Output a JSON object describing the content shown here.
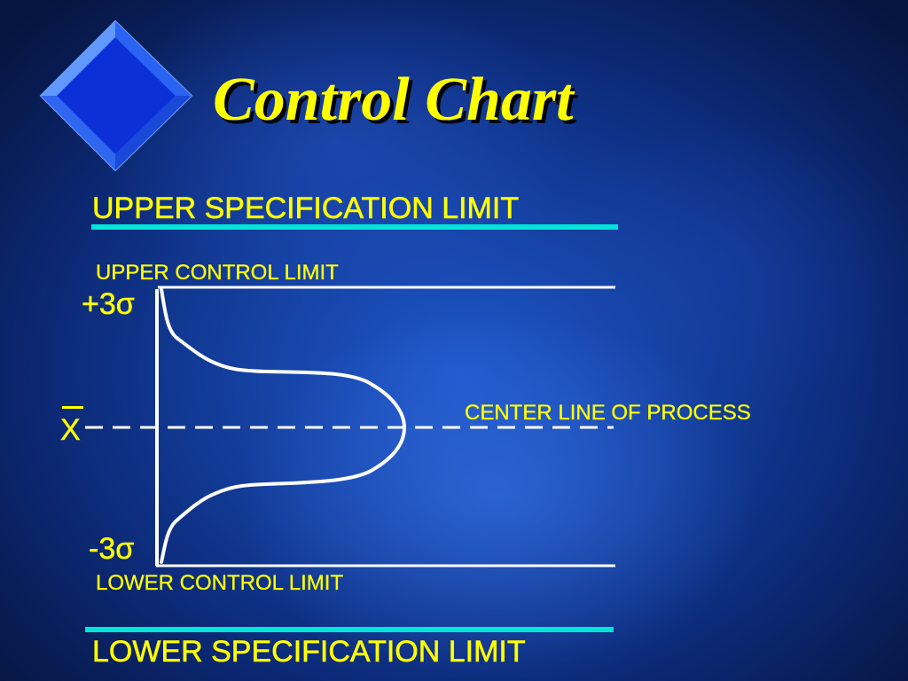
{
  "slide": {
    "title": "Control Chart"
  },
  "diagram": {
    "upper_spec_limit": "UPPER SPECIFICATION LIMIT",
    "upper_control_limit": "UPPER CONTROL LIMIT",
    "plus_three_sigma": "+3σ",
    "mean_symbol": "X",
    "center_line": "CENTER LINE OF PROCESS",
    "minus_three_sigma": "-3σ",
    "lower_control_limit": "LOWER CONTROL LIMIT",
    "lower_spec_limit": "LOWER SPECIFICATION LIMIT"
  },
  "colors": {
    "text": "#ffff00",
    "spec_line": "#00e5d8",
    "control_line": "#ffffff",
    "diamond_light": "#4f8cff",
    "diamond_dark": "#0a2fd6"
  },
  "icons": {
    "bullet": "diamond-bullet-icon"
  }
}
